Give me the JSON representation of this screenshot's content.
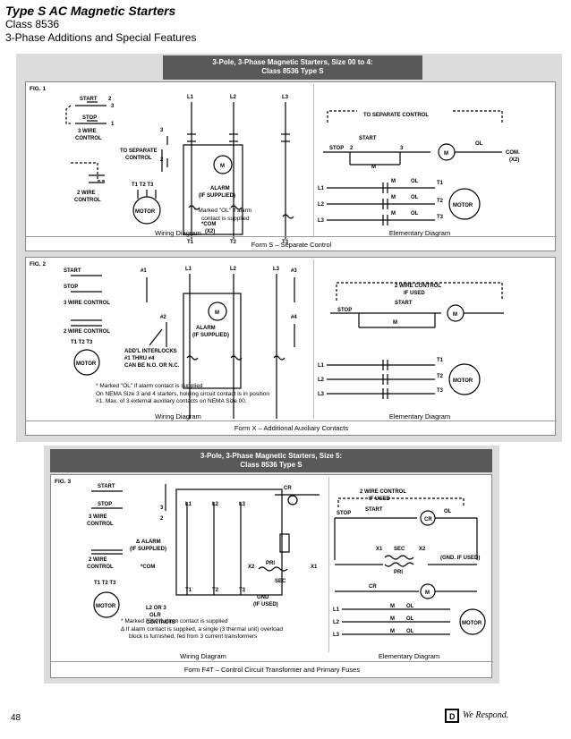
{
  "header": {
    "title": "Type S AC Magnetic Starters",
    "class_line": "Class 8536",
    "subtitle": "3-Phase Additions and Special Features"
  },
  "section_a": {
    "title_line1": "3-Pole, 3-Phase Magnetic Starters, Size 00 to 4:",
    "title_line2": "Class 8536 Type S",
    "fig1": {
      "label": "FIG. 1",
      "note_line1": "* Marked \"OL\" if alarm",
      "note_line2": "contact is supplied",
      "wiring_caption": "Wiring Diagram",
      "elementary_caption": "Elementary Diagram",
      "form_caption": "Form S – Separate Control",
      "labels": {
        "start": "START",
        "stop": "STOP",
        "three_wire": "3 WIRE",
        "control": "CONTROL",
        "to_separate": "TO SEPARATE",
        "separate_control": "CONTROL",
        "two_wire": "2 WIRE",
        "two_wire_control": "CONTROL",
        "motor": "MOTOR",
        "t_terms": "T1 T2 T3",
        "alarm": "ALARM",
        "if_supplied": "(IF SUPPLIED)",
        "com": "*COM",
        "x2": "(X2)",
        "elem_to_separate": "TO SEPARATE CONTROL",
        "com_x2": "COM.",
        "x2b": "(X2)"
      }
    },
    "fig2": {
      "label": "FIG. 2",
      "note_line1": "* Marked \"OL\" if alarm contact is supplied",
      "note_line2": "On NEMA Size 3 and 4 starters, holding circuit contact is in position",
      "note_line3": "#1. Max. of 3 external auxiliary contacts on NEMA Size 00.",
      "wiring_caption": "Wiring Diagram",
      "elementary_caption": "Elementary Diagram",
      "form_caption": "Form X – Additional Auxiliary Contacts",
      "labels": {
        "interlocks1": "ADD'L INTERLOCKS",
        "interlocks2": "#1 THRU #4",
        "interlocks3": "CAN BE N.O. OR N.C.",
        "two_wire_control": "2 WIRE CONTROL",
        "if_used": "IF USED",
        "three_wire_control": "3 WIRE CONTROL",
        "two_wire_control_b": "2 WIRE CONTROL"
      }
    }
  },
  "section_b": {
    "title_line1": "3-Pole, 3-Phase Magnetic Starters, Size 5:",
    "title_line2": "Class 8536 Type S",
    "fig3": {
      "label": "FIG. 3",
      "note_line1": "* Marked \"OL\" if alarm contact is supplied",
      "note_line2": "Δ If alarm contact is supplied, a single (3 thermal unit) overload",
      "note_line3": "block is furnished, fed from 3 current transformers",
      "wiring_caption": "Wiring Diagram",
      "elementary_caption": "Elementary Diagram",
      "form_caption": "Form F4T – Control Circuit Transformer and Primary Fuses",
      "labels": {
        "olr1": "L2 OR 3",
        "olr2": "OLR",
        "olr3": "CONTACTS",
        "pri": "PRI",
        "sec": "SEC",
        "gnd": "GND",
        "gnd2": "(IF USED)",
        "gnd_elem": "(GND. IF USED)",
        "cr": "CR"
      }
    }
  },
  "footer": {
    "page_number": "48",
    "logo_letter": "D",
    "tagline": "We Respond."
  },
  "colors": {
    "title_bar": "#595959",
    "panel_bg": "#dcdcdc"
  }
}
